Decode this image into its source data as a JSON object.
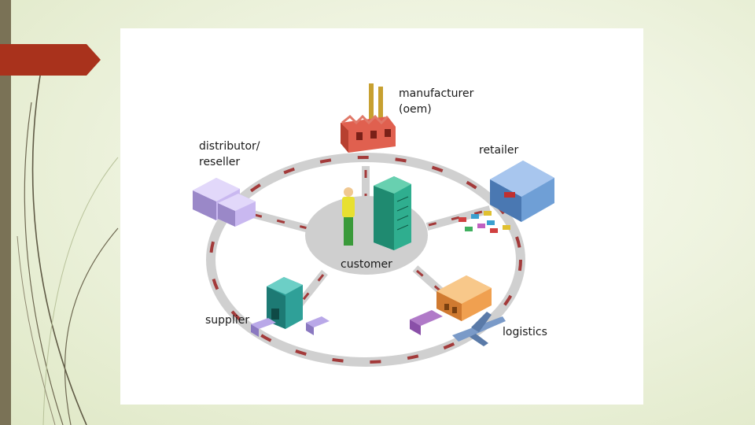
{
  "diagram": {
    "center_label": "customer",
    "nodes": [
      {
        "id": "manufacturer",
        "lines": [
          "manufacturer",
          "(oem)"
        ],
        "icon": "factory-icon",
        "color": "#e0604f"
      },
      {
        "id": "retailer",
        "lines": [
          "retailer"
        ],
        "icon": "store-icon",
        "color": "#6f9fd6"
      },
      {
        "id": "logistics",
        "lines": [
          "logistics"
        ],
        "icon": "warehouse-icon",
        "color": "#f0a050"
      },
      {
        "id": "supplier",
        "lines": [
          "supplier"
        ],
        "icon": "supplier-building-icon",
        "color": "#2fa098"
      },
      {
        "id": "distributor",
        "lines": [
          "distributor/",
          "reseller"
        ],
        "icon": "distributor-warehouse-icon",
        "color": "#b9a8e8"
      }
    ],
    "colors": {
      "ring": "#d0d0d0",
      "road_mark": "#a33a3a",
      "hub": "#cfcfcf",
      "customer_tower": "#2fae8f",
      "accent_tab": "#a9321c",
      "left_bar": "#7a7256"
    }
  }
}
